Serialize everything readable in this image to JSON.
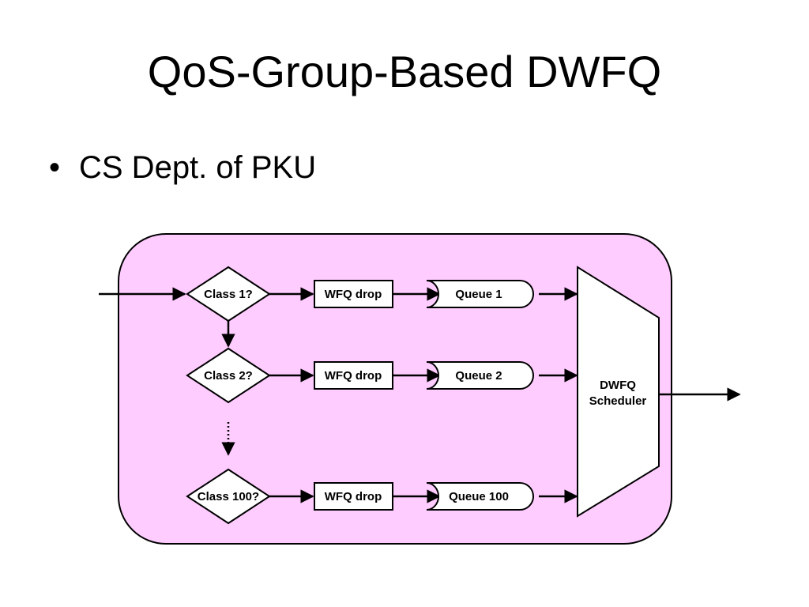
{
  "title": "QoS-Group-Based DWFQ",
  "bullets": [
    "CS Dept. of PKU"
  ],
  "diagram": {
    "colors": {
      "container_fill": "#FFCCFF",
      "stroke": "#000000",
      "box_fill": "#FFFFFF"
    },
    "rows": [
      {
        "class_label": "Class 1?",
        "drop_label": "WFQ drop",
        "queue_label": "Queue 1"
      },
      {
        "class_label": "Class 2?",
        "drop_label": "WFQ drop",
        "queue_label": "Queue 2"
      },
      {
        "class_label": "Class 100?",
        "drop_label": "WFQ drop",
        "queue_label": "Queue 100"
      }
    ],
    "scheduler": {
      "line1": "DWFQ",
      "line2": "Scheduler"
    }
  }
}
